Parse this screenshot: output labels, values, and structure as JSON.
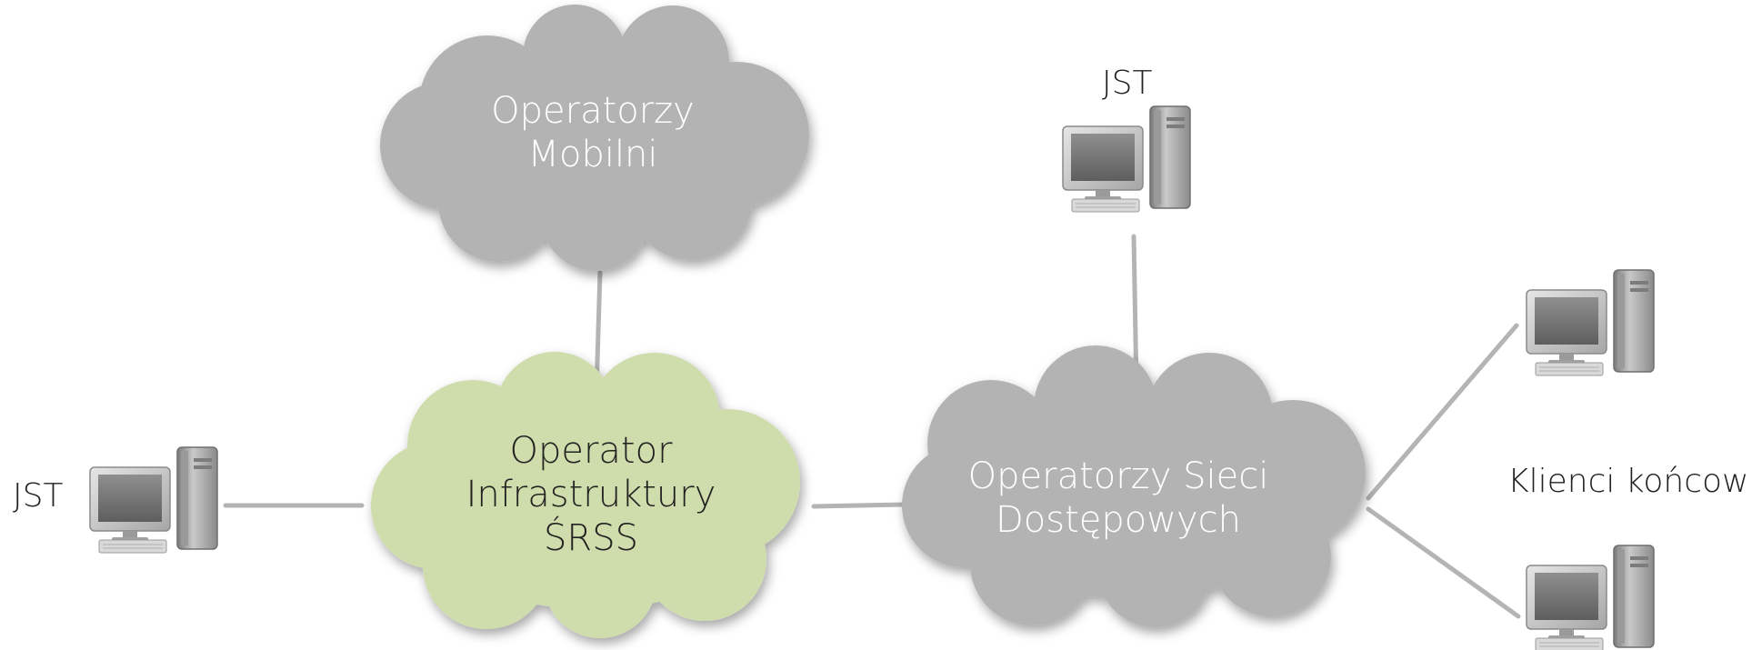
{
  "colors": {
    "gray_cloud": "#b3b3b3",
    "green_cloud": "#cfdcab",
    "connector": "#b4b4b4",
    "text_dark": "#222222",
    "text_light": "#ffffff"
  },
  "clouds": {
    "mobile": {
      "line1": "Operatorzy",
      "line2": "Mobilni"
    },
    "infrastructure": {
      "line1": "Operator",
      "line2": "Infrastruktury",
      "line3": "ŚRSS"
    },
    "access": {
      "line1": "Operatorzy Sieci",
      "line2": "Dostępowych"
    }
  },
  "labels": {
    "jst_left": "JST",
    "jst_top": "JST",
    "clients": "Klienci końcowi"
  },
  "icons": {
    "computer": "desktop-computer-icon"
  }
}
